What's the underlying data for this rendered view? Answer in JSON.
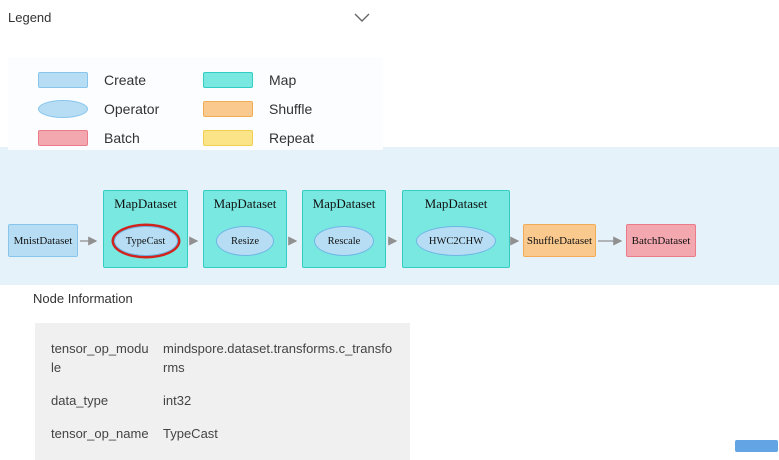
{
  "legend": {
    "title": "Legend",
    "items": [
      {
        "label": "Create",
        "shape": "rect",
        "fill": "#b7ddf4"
      },
      {
        "label": "Map",
        "shape": "rect",
        "fill": "#79e8e0"
      },
      {
        "label": "Operator",
        "shape": "ellipse",
        "fill": "#b7ddf4"
      },
      {
        "label": "Shuffle",
        "shape": "rect",
        "fill": "#f9c98e"
      },
      {
        "label": "Batch",
        "shape": "rect",
        "fill": "#f3a7af"
      },
      {
        "label": "Repeat",
        "shape": "rect",
        "fill": "#fbe388"
      }
    ]
  },
  "graph": {
    "background": "#e6f2fa",
    "selected_ring_color": "#d1231c",
    "nodes": {
      "mnist": {
        "label": "MnistDataset",
        "type": "create"
      },
      "map1": {
        "title": "MapDataset",
        "op": "TypeCast",
        "selected": true
      },
      "map2": {
        "title": "MapDataset",
        "op": "Resize"
      },
      "map3": {
        "title": "MapDataset",
        "op": "Rescale"
      },
      "map4": {
        "title": "MapDataset",
        "op": "HWC2CHW"
      },
      "shuffle": {
        "label": "ShuffleDataset",
        "type": "shuffle"
      },
      "batch": {
        "label": "BatchDataset",
        "type": "batch"
      }
    }
  },
  "node_info": {
    "title": "Node Information",
    "rows": [
      {
        "key": "tensor_op_module",
        "value": "mindspore.dataset.transforms.c_transforms"
      },
      {
        "key": "data_type",
        "value": "int32"
      },
      {
        "key": "tensor_op_name",
        "value": "TypeCast"
      }
    ]
  }
}
